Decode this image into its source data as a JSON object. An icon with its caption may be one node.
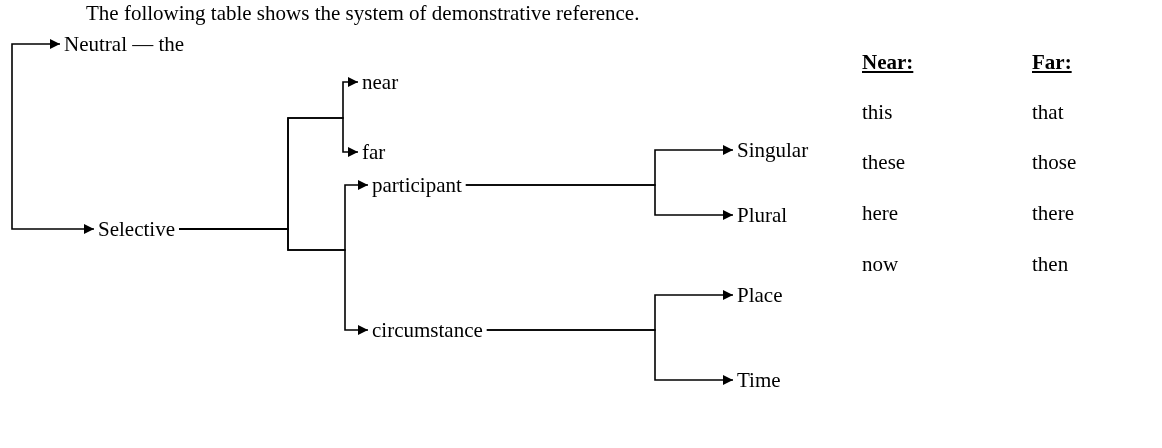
{
  "diagram": {
    "title": "The following table shows the system of demonstrative reference.",
    "nodes": [
      {
        "text": [
          "Neutral — the"
        ]
      },
      {
        "text": [
          "Selective"
        ]
      },
      {
        "text": [
          "near"
        ]
      },
      {
        "text": [
          "far"
        ]
      },
      {
        "text": [
          "participant"
        ]
      },
      {
        "text": [
          "circumstance"
        ]
      },
      {
        "text": [
          "Singular"
        ]
      },
      {
        "text": [
          "Plural"
        ]
      },
      {
        "text": [
          "Place"
        ]
      },
      {
        "text": [
          "Time"
        ]
      }
    ],
    "edges": [
      {
        "from": null,
        "to": 0,
        "arrow": "to"
      },
      {
        "from": null,
        "to": 1,
        "arrow": "to"
      },
      {
        "from": 1,
        "to": 2,
        "arrow": "to"
      },
      {
        "from": 1,
        "to": 3,
        "arrow": "to"
      },
      {
        "from": 1,
        "to": 4,
        "arrow": "to"
      },
      {
        "from": 1,
        "to": 5,
        "arrow": "to"
      },
      {
        "from": 4,
        "to": 6,
        "arrow": "to"
      },
      {
        "from": 4,
        "to": 7,
        "arrow": "to"
      },
      {
        "from": 5,
        "to": 8,
        "arrow": "to"
      },
      {
        "from": 5,
        "to": 9,
        "arrow": "to"
      }
    ],
    "labels": [
      "Near:",
      "Far:",
      "this",
      "that",
      "these",
      "those",
      "here",
      "there",
      "now",
      "then"
    ]
  }
}
